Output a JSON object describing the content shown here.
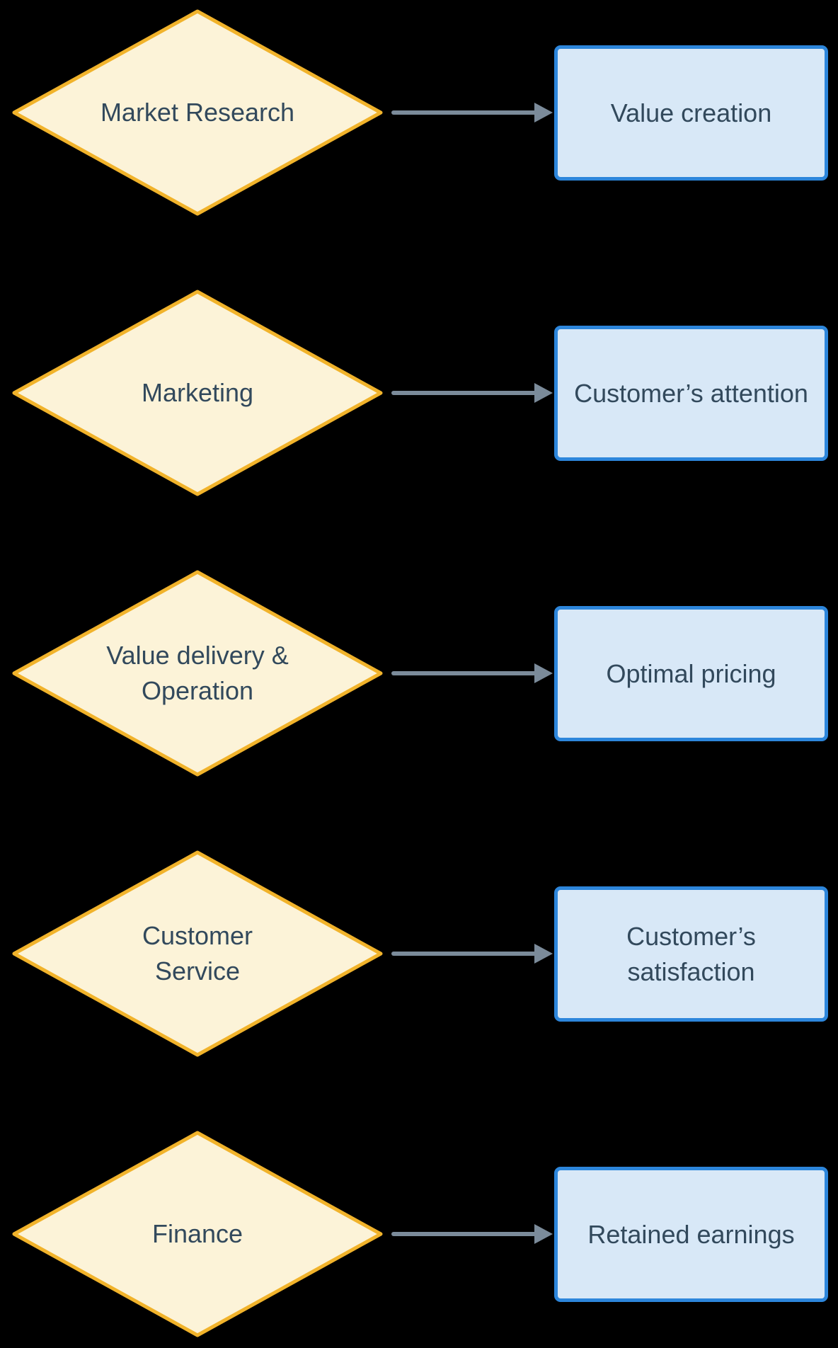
{
  "page": {
    "background_color": "#000000",
    "description_colors": {
      "diamond_fill": "#FCF3D8",
      "diamond_border": "#F1B32B",
      "box_fill": "#D8E8F7",
      "box_border": "#2D86DB",
      "arrow_color": "#7B8B9A",
      "text_color": "#32495C"
    }
  },
  "diagram": {
    "rows": [
      {
        "source": "Market Research",
        "result": "Value creation"
      },
      {
        "source": "Marketing",
        "result": "Customer’s attention"
      },
      {
        "source": "Value delivery &\nOperation",
        "result": "Optimal pricing"
      },
      {
        "source": "Customer\nService",
        "result": "Customer’s\nsatisfaction"
      },
      {
        "source": "Finance",
        "result": "Retained earnings"
      }
    ]
  }
}
